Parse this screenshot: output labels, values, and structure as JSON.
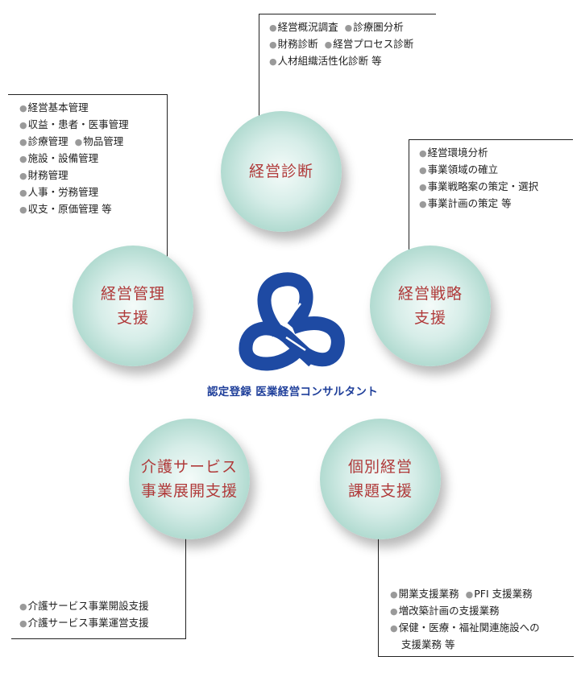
{
  "center": {
    "caption": "認定登録 医業経営コンサルタント",
    "logo_icon": "triple-loop-knot-icon",
    "logo_color": "#1e4aa3"
  },
  "colors": {
    "bubble_text": "#b03a3a",
    "bubble_fill": "#acd8cd",
    "bullet": "#9a9a9a",
    "line": "#222222"
  },
  "nodes": {
    "diagnosis": {
      "lines": [
        "経営診断"
      ],
      "items": [
        [
          {
            "text": "経営概況調査"
          },
          {
            "text": "診療圏分析"
          }
        ],
        [
          {
            "text": "財務診断"
          },
          {
            "text": "経営プロセス診断"
          }
        ],
        [
          {
            "text": "人材組織活性化診断 等"
          }
        ]
      ]
    },
    "management": {
      "lines": [
        "経営管理",
        "支援"
      ],
      "items": [
        [
          {
            "text": "経営基本管理"
          }
        ],
        [
          {
            "text": "収益・患者・医事管理"
          }
        ],
        [
          {
            "text": "診療管理"
          },
          {
            "text": "物品管理"
          }
        ],
        [
          {
            "text": "施設・設備管理"
          }
        ],
        [
          {
            "text": "財務管理"
          }
        ],
        [
          {
            "text": "人事・労務管理"
          }
        ],
        [
          {
            "text": "収支・原価管理 等"
          }
        ]
      ]
    },
    "strategy": {
      "lines": [
        "経営戦略",
        "支援"
      ],
      "items": [
        [
          {
            "text": "経営環境分析"
          }
        ],
        [
          {
            "text": "事業領域の確立"
          }
        ],
        [
          {
            "text": "事業戦略案の策定・選択"
          }
        ],
        [
          {
            "text": "事業計画の策定 等"
          }
        ]
      ]
    },
    "care": {
      "lines": [
        "介護サービス",
        "事業展開支援"
      ],
      "items": [
        [
          {
            "text": "介護サービス事業開設支援"
          }
        ],
        [
          {
            "text": "介護サービス事業運営支援"
          }
        ]
      ]
    },
    "individual": {
      "lines": [
        "個別経営",
        "課題支援"
      ],
      "items": [
        [
          {
            "text": "開業支援業務"
          },
          {
            "text": "PFI 支援業務"
          }
        ],
        [
          {
            "text": "増改築計画の支援業務"
          }
        ],
        [
          {
            "text": "保健・医療・福祉関連施設への"
          }
        ],
        [
          {
            "text": "支援業務 等",
            "continuation": true
          }
        ]
      ]
    }
  }
}
